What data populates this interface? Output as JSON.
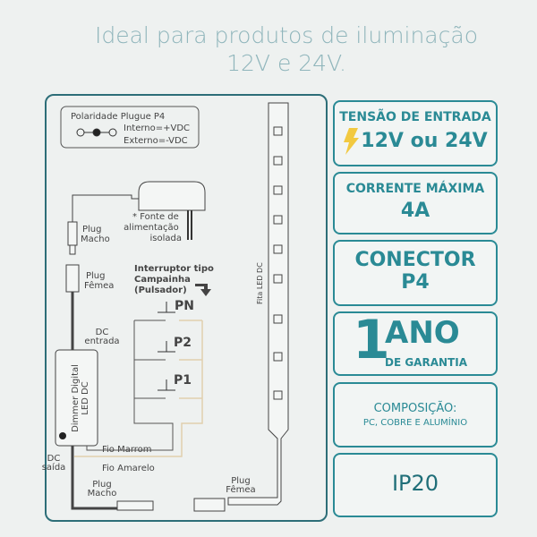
{
  "headline": {
    "line1": "Ideal para produtos de iluminação",
    "line2": "12V e 24V."
  },
  "diagram": {
    "polarity_title": "Polaridade Plugue P4",
    "internal": "Interno=+VDC",
    "external": "Externo=-VDC",
    "power_supply": [
      "* Fonte de",
      "alimentação",
      "isolada"
    ],
    "plug_male_top": [
      "Plug",
      "Macho"
    ],
    "plug_female_top": [
      "Plug",
      "Fêmea"
    ],
    "switch_label": [
      "Interruptor tipo",
      "Campainha",
      "(Pulsador)"
    ],
    "buttons": [
      "PN",
      "P2",
      "P1"
    ],
    "dc_input": [
      "DC",
      "entrada"
    ],
    "dimmer": [
      "Dimmer Digital",
      "LED DC"
    ],
    "dc_output": [
      "DC",
      "saída"
    ],
    "wire_brown": "Fio Marrom",
    "wire_yellow": "Fio Amarelo",
    "plug_male_bottom": [
      "Plug",
      "Macho"
    ],
    "plug_female_bottom": [
      "Plug",
      "Fêmea"
    ],
    "strip_label": "Fita LED DC"
  },
  "specs": {
    "voltage": {
      "label": "TENSÃO DE ENTRADA",
      "value": "12V ou 24V",
      "icon": "lightning-icon"
    },
    "current": {
      "label": "CORRENTE MÁXIMA",
      "value": "4A"
    },
    "connector": {
      "label": "CONECTOR",
      "value": "P4"
    },
    "warranty": {
      "number": "1",
      "unit": "ANO",
      "label": "DE GARANTIA"
    },
    "composition": {
      "label": "COMPOSIÇÃO:",
      "value": "PC, COBRE E ALUMÍNIO"
    },
    "ip": {
      "value": "IP20"
    }
  },
  "colors": {
    "teal": "#2a8a95",
    "yellow": "#f2c940",
    "brown_wire": "#8a8070",
    "yellow_wire": "#e0cfae"
  }
}
